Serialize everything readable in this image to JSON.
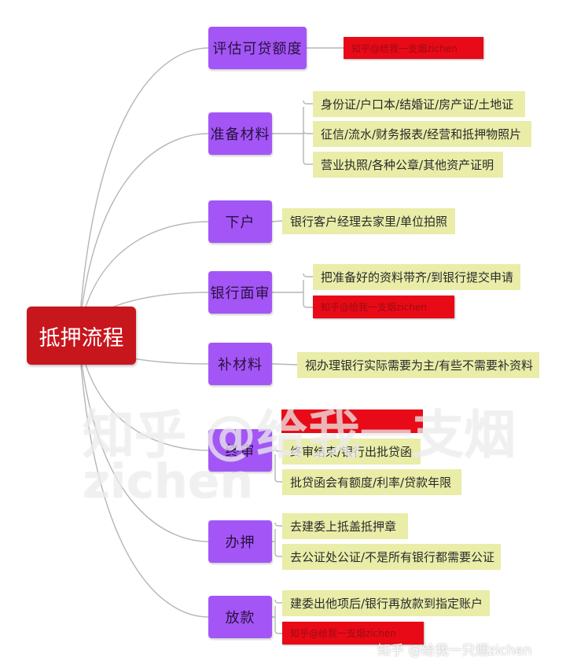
{
  "root": "抵押流程",
  "stages": [
    {
      "label": "评估可贷额度",
      "items": [
        {
          "text": "知乎@给我一支烟zichen",
          "highlight": "red"
        }
      ]
    },
    {
      "label": "准备材料",
      "items": [
        {
          "text": "身份证/户口本/结婚证/房产证/土地证"
        },
        {
          "text": "征信/流水/财务报表/经营和抵押物照片"
        },
        {
          "text": "营业执照/各种公章/其他资产证明"
        }
      ]
    },
    {
      "label": "下户",
      "items": [
        {
          "text": "银行客户经理去家里/单位拍照"
        }
      ]
    },
    {
      "label": "银行面审",
      "items": [
        {
          "text": "把准备好的资料带齐/到银行提交申请"
        },
        {
          "text": "知乎@给我一支烟zichen",
          "highlight": "red"
        }
      ]
    },
    {
      "label": "补材料",
      "items": [
        {
          "text": "视办理银行实际需要为主/有些不需要补资料"
        }
      ]
    },
    {
      "label": "终审",
      "items": [
        {
          "text": "终审结束/银行出批贷函"
        },
        {
          "text": "批贷函会有额度/利率/贷款年限"
        }
      ]
    },
    {
      "label": "办押",
      "items": [
        {
          "text": "去建委上抵盖抵押章"
        },
        {
          "text": "去公证处公证/不是所有银行都需要公证"
        }
      ]
    },
    {
      "label": "放款",
      "items": [
        {
          "text": "建委出他项后/银行再放款到指定账户"
        },
        {
          "text": "知乎@给我一支烟zichen",
          "highlight": "red"
        }
      ]
    }
  ],
  "watermark": {
    "line1": "知乎 @给我一支烟",
    "line2": "zichen",
    "footer": "知乎 @给我一只烟zichen"
  },
  "colors": {
    "root": "#c8161d",
    "stage": "#a356f5",
    "leaf": "#e9eda8",
    "highlight": "#e80a17",
    "connector": "#b5b5b5"
  }
}
